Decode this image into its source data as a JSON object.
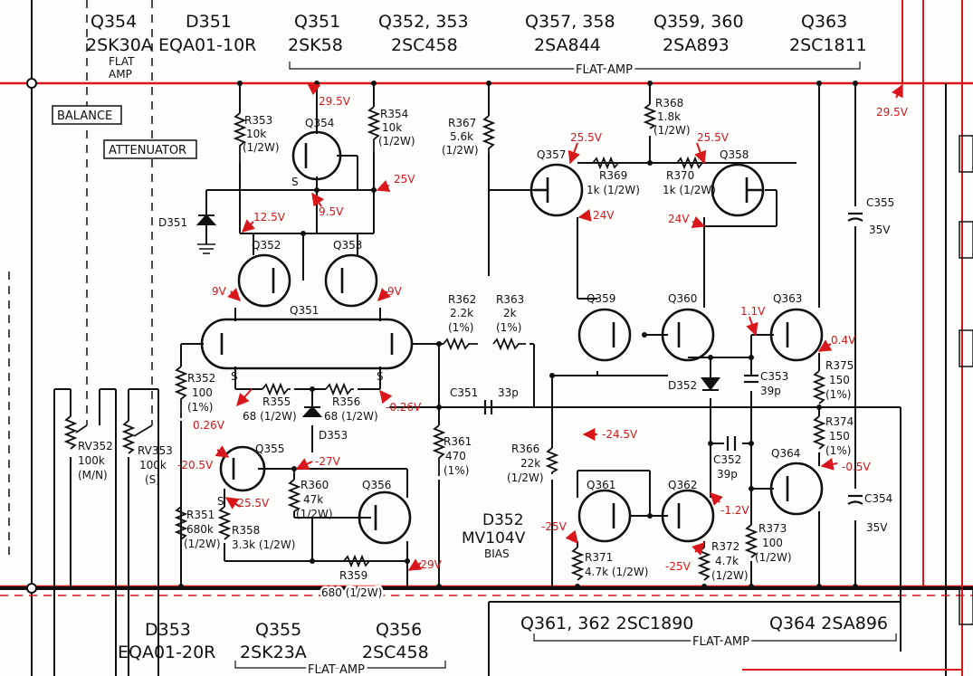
{
  "colors": {
    "wire": "#111111",
    "rail": "#d8161b",
    "voltage": "#d8161b",
    "paper": "#fdfdfb"
  },
  "header_top": {
    "q354": "Q354",
    "q354_part": "2SK30A",
    "q354_role1": "FLAT",
    "q354_role2": "AMP",
    "d351": "D351",
    "d351_part": "EQA01-10R",
    "q351": "Q351",
    "q351_part": "2SK58",
    "q352_353": "Q352, 353",
    "q352_353_part": "2SC458",
    "q357_358": "Q357, 358",
    "q357_358_part": "2SA844",
    "q359_360": "Q359, 360",
    "q359_360_part": "2SA893",
    "q363": "Q363",
    "q363_part": "2SC1811",
    "flat_amp": "FLAT AMP"
  },
  "header_bottom": {
    "d353": "D353",
    "d353_part": "EQA01-20R",
    "q355": "Q355",
    "q355_part": "2SK23A",
    "q356": "Q356",
    "q356_part": "2SC458",
    "flat_amp": "FLAT AMP",
    "q361_362": "Q361, 362  2SC1890",
    "q364": "Q364  2SA896",
    "flat_amp2": "FLAT AMP"
  },
  "boxes": {
    "balance": "BALANCE",
    "attenuator": "ATTENUATOR"
  },
  "components": {
    "r353": [
      "R353",
      "10k",
      "(1/2W)"
    ],
    "q354": "Q354",
    "r354": [
      "R354",
      "10k",
      "(1/2W)"
    ],
    "r367": [
      "R367",
      "5.6k",
      "(1/2W)"
    ],
    "r368": [
      "R368",
      "1.8k",
      "(1/2W)"
    ],
    "q357": "Q357",
    "q358": "Q358",
    "r369": "R369",
    "r369_val": "1k (1/2W)",
    "r370": "R370",
    "r370_val": "1k (1/2W)",
    "c355": [
      "C355",
      "35V"
    ],
    "d351": "D351",
    "q352": "Q352",
    "q353": "Q353",
    "q351": "Q351",
    "r362": [
      "R362",
      "2.2k",
      "(1%)"
    ],
    "r363": [
      "R363",
      "2k",
      "(1%)"
    ],
    "q359": "Q359",
    "q360": "Q360",
    "q363": "Q363",
    "d352": "D352",
    "c353": [
      "C353",
      "39p"
    ],
    "r375": [
      "R375",
      "150",
      "(1%)"
    ],
    "r352": [
      "R352",
      "100",
      "(1%)"
    ],
    "r355": [
      "R355",
      "68 (1/2W)"
    ],
    "r356": [
      "R356",
      "68 (1/2W)"
    ],
    "c351": [
      "C351",
      "33p"
    ],
    "r374": [
      "R374",
      "150",
      "(1%)"
    ],
    "rv352": [
      "RV352",
      "100k",
      "(M/N)"
    ],
    "rv353": [
      "RV353",
      "100k",
      "(S)"
    ],
    "q355": "Q355",
    "d353": "D353",
    "r361": [
      "R361",
      "470",
      "(1%)"
    ],
    "r366": [
      "R366",
      "22k",
      "(1/2W)"
    ],
    "q361": "Q361",
    "q362": "Q362",
    "q364": "Q364",
    "c352": [
      "C352",
      "39p"
    ],
    "c354": [
      "C354",
      "35V"
    ],
    "r360": [
      "R360",
      "47k",
      "(1/2W)"
    ],
    "q356": "Q356",
    "r351": [
      "R351",
      "680k",
      "(1/2W)"
    ],
    "r358": "R358",
    "r358_val": "3.3k (1/2W)",
    "r359": [
      "R359",
      "680 (1/2W)"
    ],
    "r371": [
      "R371",
      "4.7k (1/2W)"
    ],
    "r372": [
      "R372",
      "4.7k",
      "(1/2W)"
    ],
    "r373": [
      "R373",
      "100",
      "(1/2W)"
    ],
    "d352_big": [
      "D352",
      "MV104V",
      "BIAS"
    ],
    "pin_s": "S"
  },
  "voltages": {
    "v29_5a": "29.5V",
    "v29_5b": "29.5V",
    "v9_5": "9.5V",
    "v25": "25V",
    "v12_5": "12.5V",
    "v25_5a": "25.5V",
    "v25_5b": "25.5V",
    "v24a": "24V",
    "v24b": "24V",
    "v9a": "9V",
    "v9b": "9V",
    "v1_1": "1.1V",
    "v0_4": "0.4V",
    "v0_26a": "0.26V",
    "v0_26b": "-0.26V",
    "vm24_5": "-24.5V",
    "vm20_5": "-20.5V",
    "vm27": "-27V",
    "vm25_5": "-25.5V",
    "vm29": "-29V",
    "vm25a": "-25V",
    "vm25b": "-25V",
    "vm1_2": "-1.2V",
    "vm0_5": "-0.5V"
  }
}
